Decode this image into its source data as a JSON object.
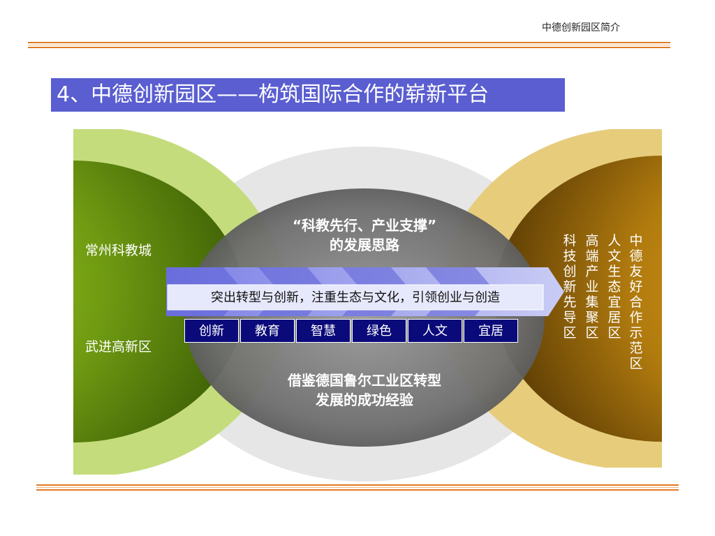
{
  "header": {
    "title": "中德创新园区简介"
  },
  "slide": {
    "heading": "4、中德创新园区——构筑国际合作的崭新平台"
  },
  "left": {
    "item1": "常州科教城",
    "item2": "武进高新区"
  },
  "center": {
    "top_line1": "“科教先行、产业支撑”",
    "top_line2": "的发展思路",
    "bottom_line1": "借鉴德国鲁尔工业区转型",
    "bottom_line2": "发展的成功经验"
  },
  "banner": {
    "text": "突出转型与创新，注重生态与文化，引领创业与创造"
  },
  "keywords": [
    "创新",
    "教育",
    "智慧",
    "绿色",
    "人文",
    "宜居"
  ],
  "right": {
    "columns": [
      "中德友好合作示范区",
      "人文生态宜居区",
      "高端产业集聚区",
      "科技创新先导区"
    ]
  },
  "colors": {
    "title_bg": "#5a5ed0",
    "accent_orange": "#e07a24",
    "keyword_bg": "#0a0a7a"
  }
}
